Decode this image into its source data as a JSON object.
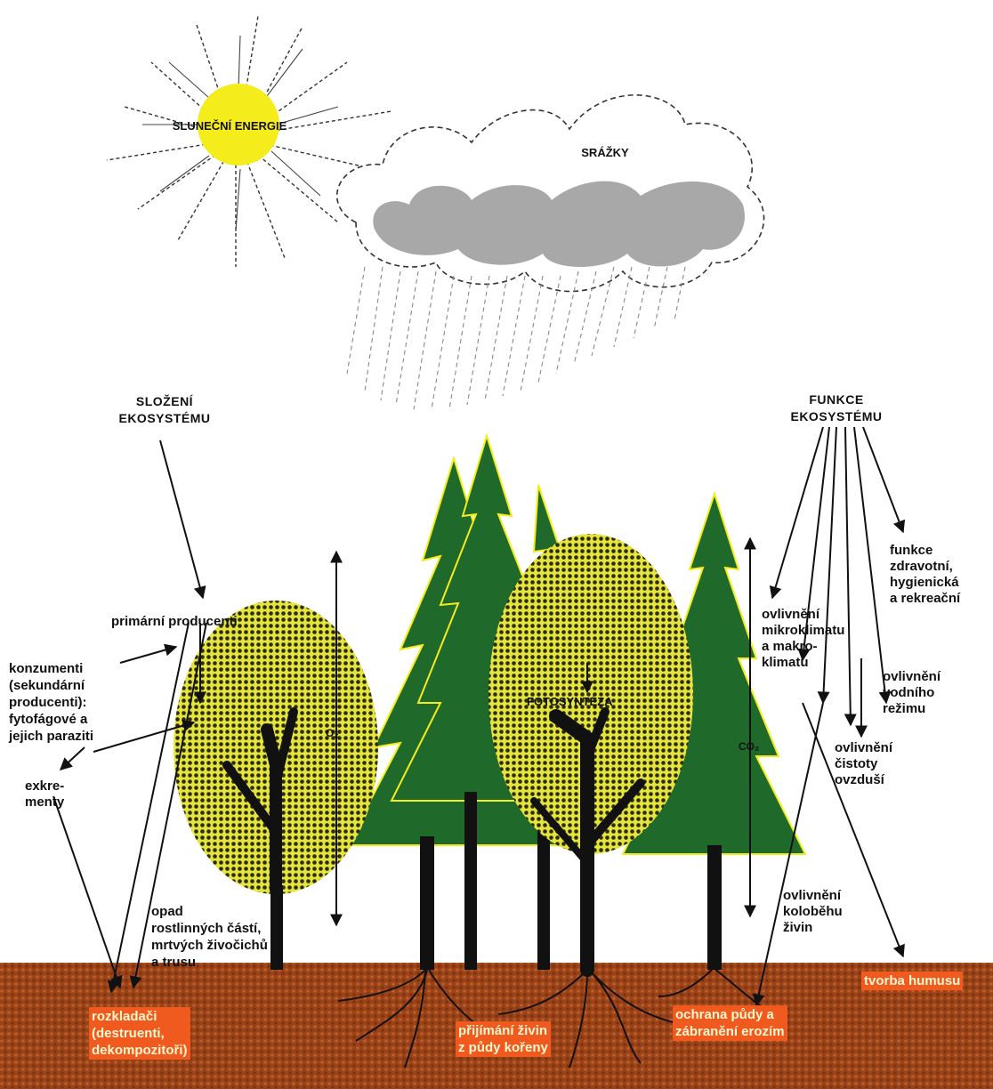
{
  "colors": {
    "sun": "#f5ec1c",
    "cloud": "#a8a8a8",
    "crown": "#dede3a",
    "spruce": "#1f6a2a",
    "soil": "#9a4218",
    "label_highlight": "#f05a1e",
    "trunk": "#111111"
  },
  "icons": [
    "sun-icon",
    "cloud-icon",
    "rain-icon",
    "spruce-tree-icon",
    "deciduous-tree-icon",
    "roots-icon",
    "arrow-icon"
  ],
  "labels": {
    "sun": "SLUNEČNÍ ENERGIE",
    "rain": "SRÁŽKY",
    "composition": "SLOŽENÍ\nEKOSYSTÉMU",
    "function": "FUNKCE\nEKOSYSTÉMU",
    "primary_producers": "primární producenti",
    "consumers": "konzumenti\n(sekundární\nproducenti):\nfytofágové a\njejich paraziti",
    "excrements": "exkre-\nmenty",
    "litter": "opad\nrostlinných částí,\nmrtvých živočichů\na trusu",
    "decomposers": "rozkladači\n(destruenti,\ndekompozitoři)",
    "nutrient_uptake": "přijímání živin\nz půdy kořeny",
    "soil_protection": "ochrana půdy a\nzábranění erozím",
    "humus": "tvorba humusu",
    "photosynthesis": "FOTOSYNTÉZA",
    "co2_left": "O₂",
    "co2_right": "CO₂",
    "health": "funkce\nzdravotní,\nhygienická\na rekreační",
    "microclimate": "ovlivnění\nmikroklimatu\na makro-\nklimatu",
    "water": "ovlivnění\nvodního\nrežimu",
    "air": "ovlivnění\nčistoty\novzduší",
    "nutrient_cycle": "ovlivnění\nkoloběhu\nživin"
  }
}
